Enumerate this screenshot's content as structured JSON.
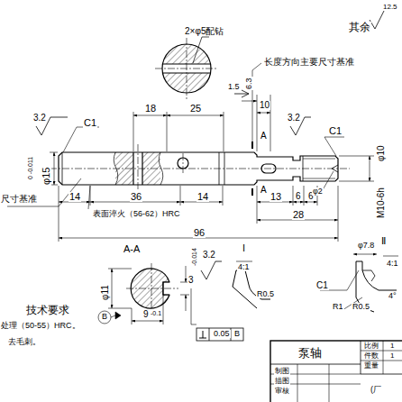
{
  "diagram": {
    "labels": [
      "2×φ5配钻",
      "其余",
      "12.5",
      "长度方向主要尺寸基准",
      "1.5",
      "6.3",
      "10",
      "3.2",
      "C1",
      "18",
      "25",
      "3.2",
      "C1",
      "A",
      "A",
      "φ15",
      "0 -0.011",
      "尺寸基准",
      "14",
      "36",
      "14",
      "13",
      "6",
      "6",
      "28",
      "表面淬火（56-62）HRC",
      "96",
      "M10-6h",
      "φ10",
      "φ2",
      "A-A",
      "3.2",
      "3",
      "-0.014",
      "φ11",
      "B",
      "9",
      "-0.1",
      "0.05",
      "B",
      "I",
      "4:1",
      "R0.5",
      "C1",
      "Ⅱ",
      "4:1",
      "φ7.8",
      "R1",
      "R0.5",
      "4°",
      "技术要求",
      "处理（50-55）HRC。",
      "去毛刺。",
      "泵轴",
      "比例",
      "件数",
      "重量",
      "1",
      "1",
      "制图",
      "描图",
      "审核",
      "(厂"
    ]
  }
}
